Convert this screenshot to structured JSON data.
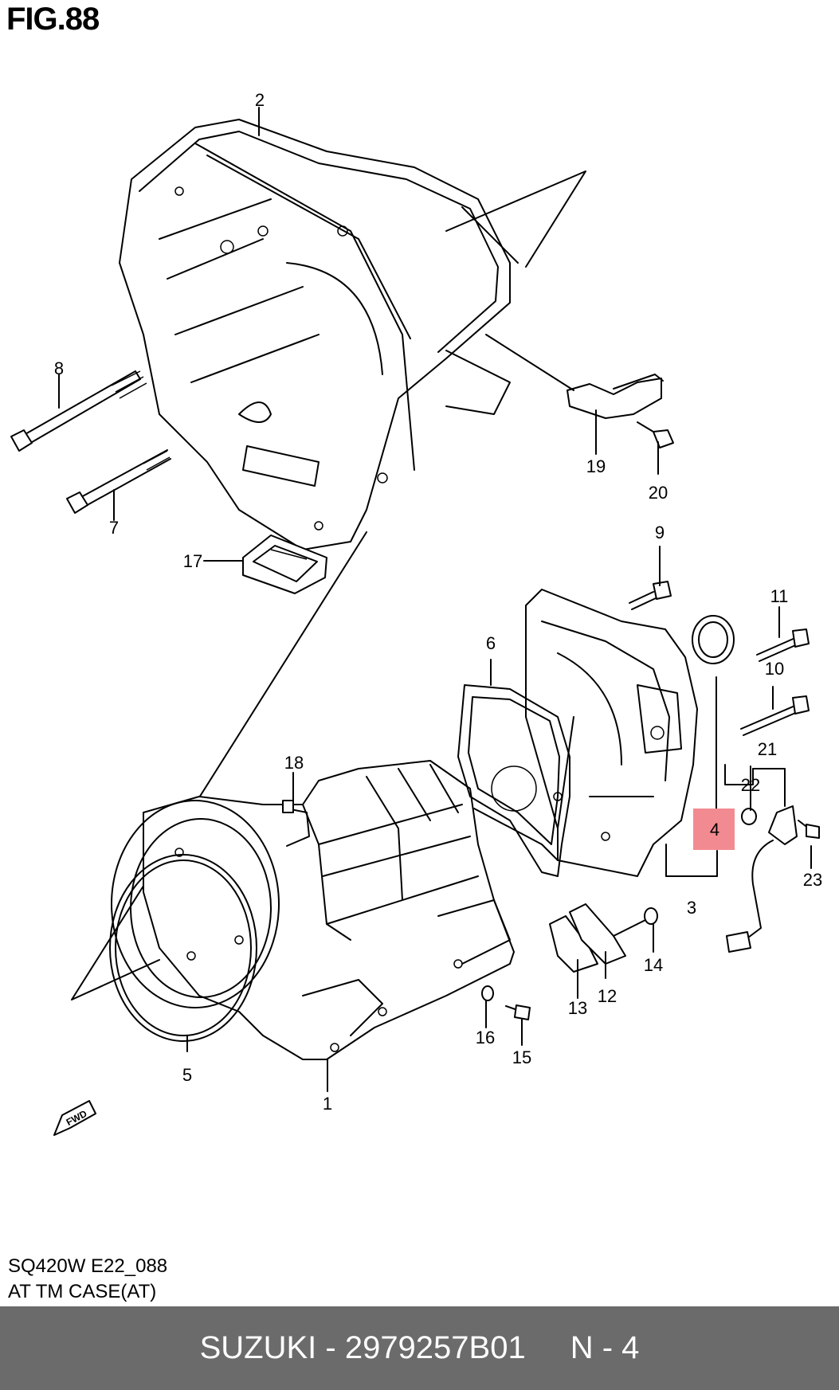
{
  "figure": {
    "title": "FIG.88"
  },
  "callouts": [
    {
      "id": "1",
      "label": "1"
    },
    {
      "id": "2",
      "label": "2"
    },
    {
      "id": "3",
      "label": "3"
    },
    {
      "id": "4",
      "label": "4"
    },
    {
      "id": "5",
      "label": "5"
    },
    {
      "id": "6",
      "label": "6"
    },
    {
      "id": "7",
      "label": "7"
    },
    {
      "id": "8",
      "label": "8"
    },
    {
      "id": "9",
      "label": "9"
    },
    {
      "id": "10",
      "label": "10"
    },
    {
      "id": "11",
      "label": "11"
    },
    {
      "id": "12",
      "label": "12"
    },
    {
      "id": "13",
      "label": "13"
    },
    {
      "id": "14",
      "label": "14"
    },
    {
      "id": "15",
      "label": "15"
    },
    {
      "id": "16",
      "label": "16"
    },
    {
      "id": "17",
      "label": "17"
    },
    {
      "id": "18",
      "label": "18"
    },
    {
      "id": "19",
      "label": "19"
    },
    {
      "id": "20",
      "label": "20"
    },
    {
      "id": "21",
      "label": "21"
    },
    {
      "id": "22",
      "label": "22"
    },
    {
      "id": "23",
      "label": "23"
    }
  ],
  "highlight": {
    "label": "4",
    "color": "#f28b91"
  },
  "fwd_arrow": {
    "label": "FWD"
  },
  "catalog": {
    "code": "SQ420W E22_088",
    "description": "AT TM CASE(AT)"
  },
  "footer": {
    "part_info": "SUZUKI - 2979257B01",
    "page": "N - 4",
    "background": "#6b6b6b"
  }
}
